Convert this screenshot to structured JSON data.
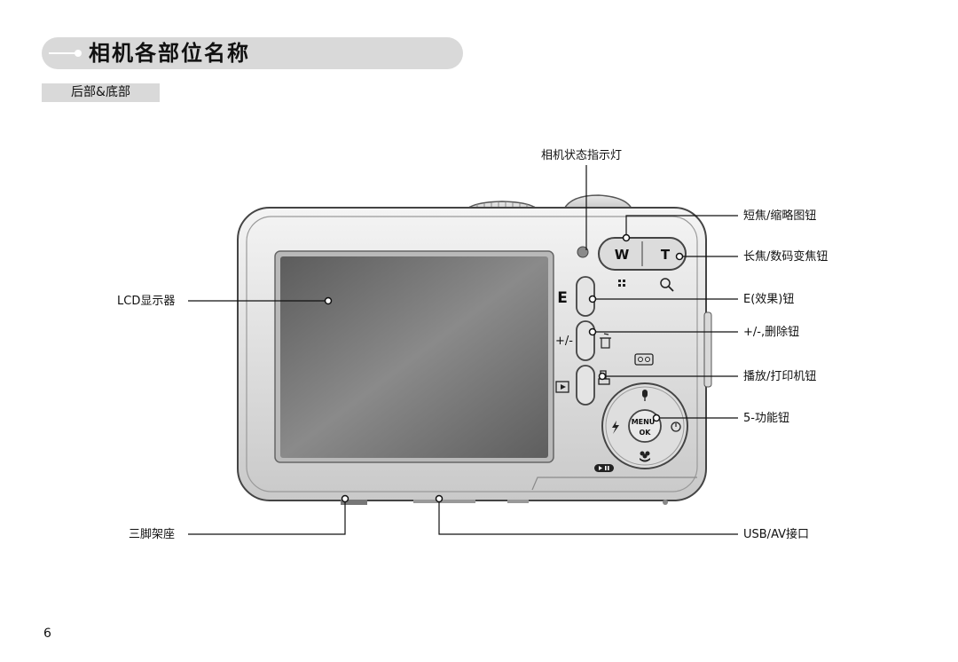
{
  "header": {
    "title": "相机各部位名称",
    "subtitle": "后部&底部"
  },
  "camera": {
    "buttons": {
      "wide": "W",
      "tele": "T",
      "effect": "E",
      "ev_delete": "+/-",
      "menu_ok_line1": "MENU",
      "menu_ok_line2": "OK"
    },
    "callouts": {
      "status_lamp": "相机状态指示灯",
      "zoom_w": "短焦/缩略图钮",
      "zoom_t": "长焦/数码变焦钮",
      "lcd": "LCD显示器",
      "e_button": "E(效果)钮",
      "plus_minus": "+/-,删除钮",
      "play_print": "播放/打印机钮",
      "five_function": "5-功能钮",
      "tripod": "三脚架座",
      "usb_av": "USB/AV接口"
    }
  },
  "page_number": "6",
  "icons": [
    "title-bullet-icon",
    "thumbnail-icon",
    "magnify-icon",
    "trash-icon",
    "voice-memo-icon",
    "play-icon",
    "print-icon",
    "microphone-icon",
    "flash-icon",
    "self-timer-icon",
    "macro-icon",
    "play-pause-icon"
  ]
}
